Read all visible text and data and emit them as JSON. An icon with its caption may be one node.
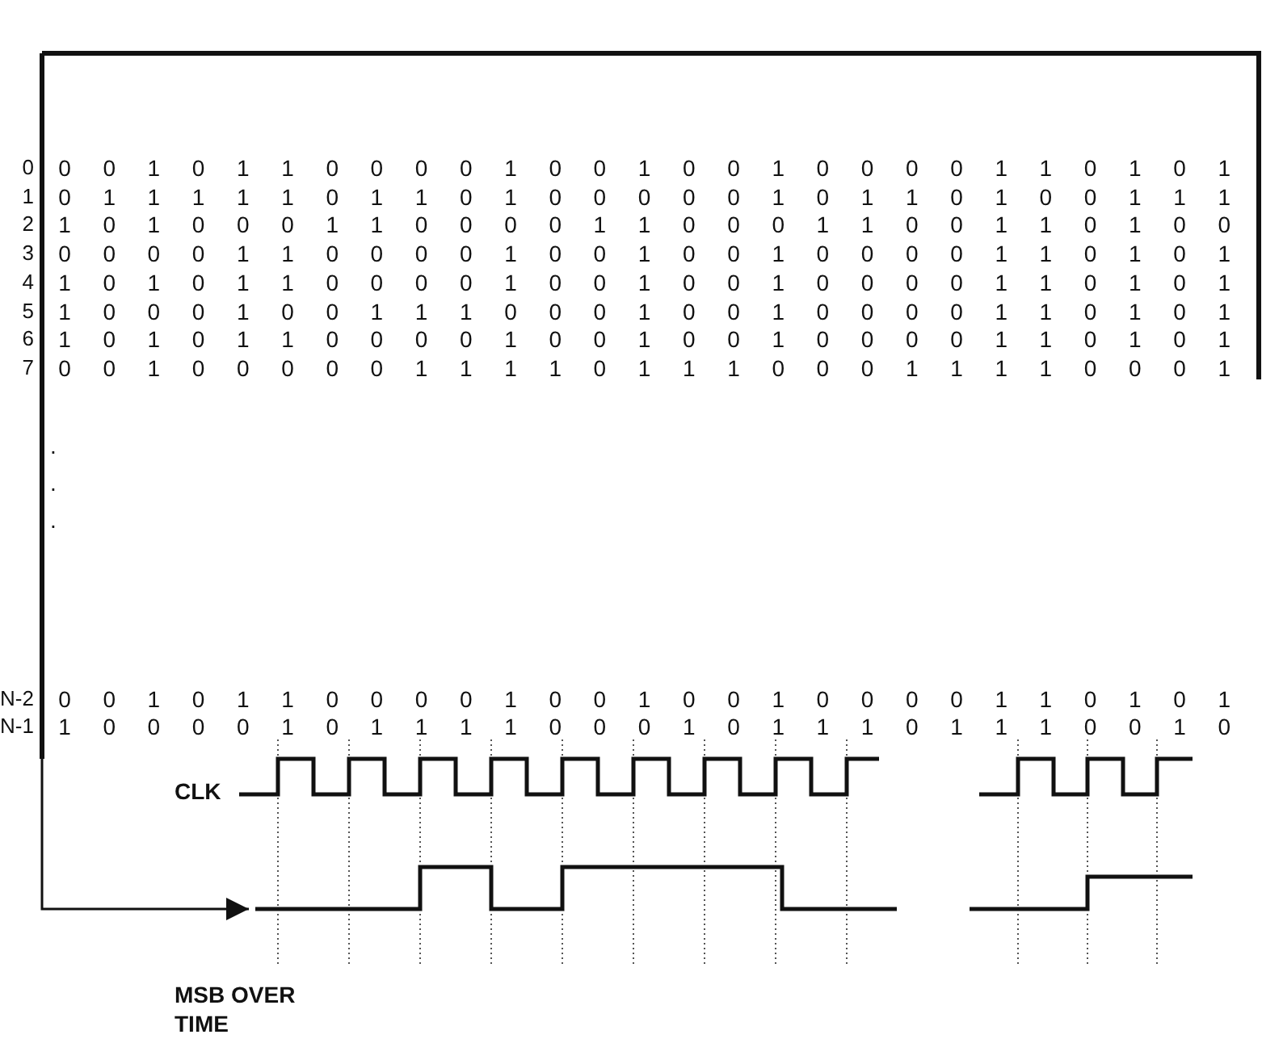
{
  "diagram": {
    "nodes": [
      {
        "text": [],
        "shape": "waveform",
        "beside": [
          "CLK"
        ]
      },
      {
        "text": [],
        "shape": "waveform",
        "beside": [
          "MSB OVER TIME"
        ]
      }
    ],
    "edges": [
      {
        "from": null,
        "to": 1,
        "arrow": "to"
      }
    ],
    "labels": [
      "0",
      "0",
      "0",
      "1",
      "0",
      "1",
      "1",
      "0",
      "0",
      "0",
      "0",
      "1",
      "0",
      "0",
      "1",
      "0",
      "0",
      "1",
      "0",
      "0",
      "0",
      "0",
      "1",
      "1",
      "0",
      "1",
      "0",
      "1",
      "1",
      "0",
      "1",
      "1",
      "1",
      "1",
      "1",
      "0",
      "1",
      "1",
      "0",
      "1",
      "0",
      "0",
      "0",
      "0",
      "0",
      "1",
      "0",
      "1",
      "1",
      "0",
      "1",
      "0",
      "0",
      "1",
      "1",
      "1",
      "2",
      "1",
      "0",
      "1",
      "0",
      "0",
      "0",
      "1",
      "1",
      "0",
      "0",
      "0",
      "0",
      "1",
      "1",
      "0",
      "0",
      "0",
      "1",
      "1",
      "0",
      "0",
      "1",
      "1",
      "0",
      "1",
      "0",
      "0",
      "3",
      "0",
      "0",
      "0",
      "0",
      "1",
      "1",
      "0",
      "0",
      "0",
      "0",
      "1",
      "0",
      "0",
      "1",
      "0",
      "0",
      "1",
      "0",
      "0",
      "0",
      "0",
      "1",
      "1",
      "0",
      "1",
      "0",
      "1",
      "4",
      "1",
      "0",
      "1",
      "0",
      "1",
      "1",
      "0",
      "0",
      "0",
      "0",
      "1",
      "0",
      "0",
      "1",
      "0",
      "0",
      "1",
      "0",
      "0",
      "0",
      "0",
      "1",
      "1",
      "0",
      "1",
      "0",
      "1",
      "5",
      "1",
      "0",
      "0",
      "0",
      "1",
      "0",
      "0",
      "1",
      "1",
      "1",
      "0",
      "0",
      "0",
      "1",
      "0",
      "0",
      "1",
      "0",
      "0",
      "0",
      "0",
      "1",
      "1",
      "0",
      "1",
      "0",
      "1",
      "6",
      "1",
      "0",
      "1",
      "0",
      "1",
      "1",
      "0",
      "0",
      "0",
      "0",
      "1",
      "0",
      "0",
      "1",
      "0",
      "0",
      "1",
      "0",
      "0",
      "0",
      "0",
      "1",
      "1",
      "0",
      "1",
      "0",
      "1",
      "7",
      "0",
      "0",
      "1",
      "0",
      "0",
      "0",
      "0",
      "0",
      "1",
      "1",
      "1",
      "1",
      "0",
      "1",
      "1",
      "1",
      "0",
      "0",
      "0",
      "1",
      "1",
      "1",
      "1",
      "0",
      "0",
      "0",
      "1",
      ".",
      ".",
      ".",
      "N-2",
      "0",
      "0",
      "1",
      "0",
      "1",
      "1",
      "0",
      "0",
      "0",
      "0",
      "1",
      "0",
      "0",
      "1",
      "0",
      "0",
      "1",
      "0",
      "0",
      "0",
      "0",
      "1",
      "1",
      "0",
      "1",
      "0",
      "1",
      "N-1",
      "1",
      "0",
      "0",
      "0",
      "0",
      "1",
      "0",
      "1",
      "1",
      "1",
      "1",
      "0",
      "0",
      "0",
      "1",
      "0",
      "1",
      "1",
      "1",
      "0",
      "1",
      "1",
      "1",
      "0",
      "0",
      "1",
      "0"
    ]
  }
}
